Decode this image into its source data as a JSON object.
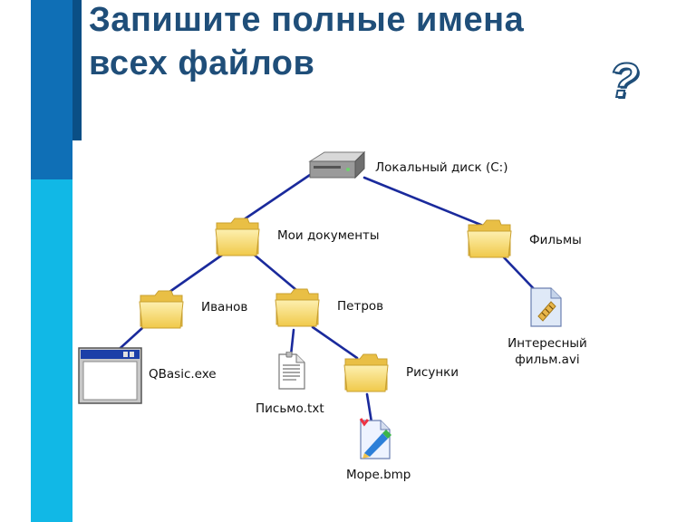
{
  "slide": {
    "title_line1": "Запишите полные имена",
    "title_line2": "всех файлов",
    "question_mark": "?"
  },
  "tree": {
    "drive": {
      "label": "Локальный диск (C:)",
      "icon": "drive-icon"
    },
    "folders": {
      "my_documents": {
        "label": "Мои документы",
        "icon": "folder-icon"
      },
      "films": {
        "label": "Фильмы",
        "icon": "folder-icon"
      },
      "ivanov": {
        "label": "Иванов",
        "icon": "folder-icon"
      },
      "petrov": {
        "label": "Петров",
        "icon": "folder-icon"
      },
      "pictures": {
        "label": "Рисунки",
        "icon": "folder-icon"
      }
    },
    "files": {
      "qbasic": {
        "label": "QBasic.exe",
        "icon": "application-window-icon"
      },
      "letter": {
        "label": "Письмо.txt",
        "icon": "text-document-icon"
      },
      "sea": {
        "label": "Море.bmp",
        "icon": "bitmap-image-icon"
      },
      "movie_line1": "Интересный",
      "movie_line2": "фильм.avi",
      "movie_icon": "video-file-icon"
    }
  },
  "colors": {
    "title": "#1f4e79",
    "bar_dark": "#0f6fb6",
    "bar_light": "#11b8e6",
    "connector": "#1a2a9c",
    "folder": "#f7d66b"
  }
}
